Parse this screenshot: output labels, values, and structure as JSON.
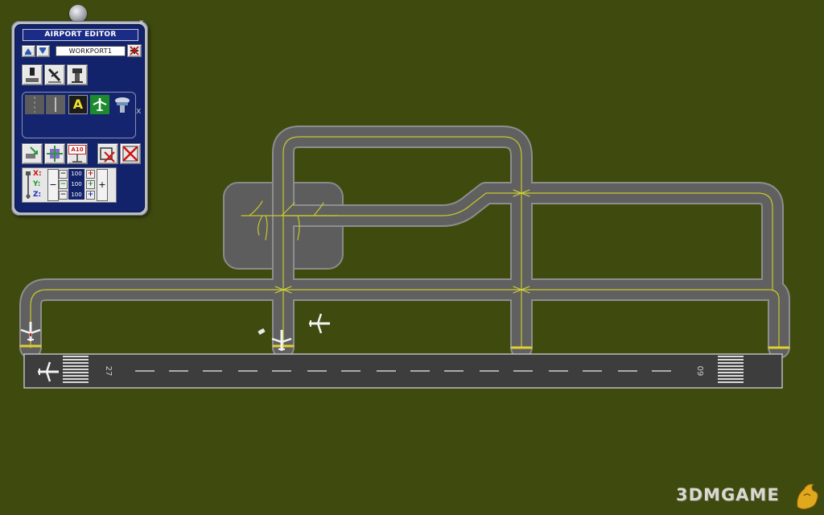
{
  "editor": {
    "title": "AIRPORT EDITOR",
    "airport_name": "WORKPORT1",
    "close_glyph": "x",
    "palette_scroll_glyph": "x",
    "palette_tiles": [
      {
        "icon": "runway-tile-icon",
        "label": ""
      },
      {
        "icon": "runway-edge-tile-icon",
        "label": ""
      },
      {
        "icon": "taxiway-tile-icon",
        "label": "A"
      },
      {
        "icon": "aircraft-stand-tile-icon",
        "label": ""
      },
      {
        "icon": "control-tower-tile-icon",
        "label": ""
      }
    ],
    "tool_label_a10": "A10",
    "coords": {
      "x_label": "X:",
      "y_label": "Y:",
      "z_label": "Z:",
      "x_value": "100",
      "y_value": "100",
      "z_value": "100",
      "minus": "−",
      "plus": "+"
    }
  },
  "map": {
    "runway_left_number": "27",
    "runway_right_number": "09",
    "grass_color": "#3f4a0f",
    "pavement_color": "#5e5e5e",
    "runway_color": "#3d3d3d",
    "taxi_line_color": "#c9c92a"
  },
  "watermark": {
    "main": "3DMGAME",
    "suffix": ""
  }
}
